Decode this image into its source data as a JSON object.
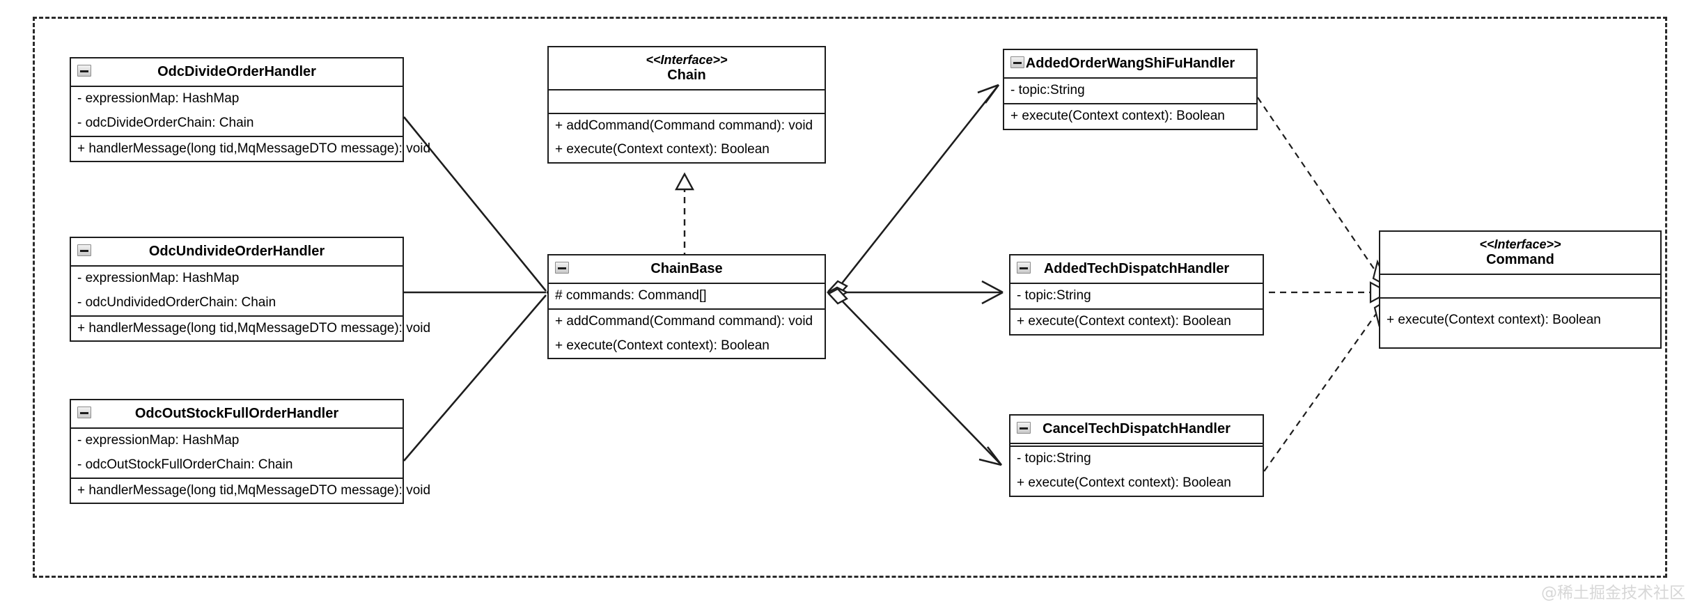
{
  "diagram": {
    "title": "Chain of Responsibility / Command UML class diagram",
    "watermark": "@稀土掘金技术社区",
    "colors": {
      "stroke": "#1d1d1d",
      "frame": "#2b2b2b",
      "background": "#ffffff",
      "watermark": "#d7d7d7",
      "icon_border": "#8b8b8b"
    }
  },
  "classes": [
    {
      "id": "odc-divide-order-handler",
      "stereotype": "",
      "name": "OdcDivideOrderHandler",
      "attributes": [
        "- expressionMap: HashMap",
        "- odcDivideOrderChain: Chain"
      ],
      "operations": [
        "+ handlerMessage(long tid,MqMessageDTO  message): void"
      ],
      "collapse_icon": "minus-icon"
    },
    {
      "id": "odc-undivide-order-handler",
      "stereotype": "",
      "name": "OdcUndivideOrderHandler",
      "attributes": [
        "- expressionMap: HashMap",
        "- odcUndividedOrderChain: Chain"
      ],
      "operations": [
        "+ handlerMessage(long tid,MqMessageDTO  message): void"
      ],
      "collapse_icon": "minus-icon"
    },
    {
      "id": "odc-out-stock-full-order-handler",
      "stereotype": "",
      "name": "OdcOutStockFullOrderHandler",
      "attributes": [
        "- expressionMap: HashMap",
        "- odcOutStockFullOrderChain: Chain"
      ],
      "operations": [
        "+ handlerMessage(long tid,MqMessageDTO  message): void"
      ],
      "collapse_icon": "minus-icon"
    },
    {
      "id": "chain-interface",
      "stereotype": "<<Interface>>",
      "name": "Chain",
      "attributes": [],
      "operations": [
        "+ addCommand(Command command): void",
        "+ execute(Context context): Boolean"
      ],
      "collapse_icon": ""
    },
    {
      "id": "chain-base",
      "stereotype": "",
      "name": "ChainBase",
      "attributes": [
        "# commands: Command[]"
      ],
      "operations": [
        "+ addCommand(Command command): void",
        "+ execute(Context context): Boolean"
      ],
      "collapse_icon": "minus-icon"
    },
    {
      "id": "added-order-wang-shi-fu-handler",
      "stereotype": "",
      "name": "AddedOrderWangShiFuHandler",
      "attributes": [
        "- topic:String"
      ],
      "operations": [
        "+ execute(Context context): Boolean"
      ],
      "collapse_icon": "minus-icon"
    },
    {
      "id": "added-tech-dispatch-handler",
      "stereotype": "",
      "name": "AddedTechDispatchHandler",
      "attributes": [
        "- topic:String"
      ],
      "operations": [
        "+ execute(Context context): Boolean"
      ],
      "collapse_icon": "minus-icon"
    },
    {
      "id": "cancel-tech-dispatch-handler",
      "stereotype": "",
      "name": "CancelTechDispatchHandler",
      "attributes": [
        "- topic:String"
      ],
      "operations": [
        "+ execute(Context context): Boolean"
      ],
      "collapse_icon": "minus-icon"
    },
    {
      "id": "command-interface",
      "stereotype": "<<Interface>>",
      "name": "Command",
      "attributes": [],
      "operations": [
        "+ execute(Context context): Boolean"
      ],
      "collapse_icon": ""
    }
  ],
  "relations": [
    {
      "id": "rel-divide-to-chainbase",
      "from": "OdcDivideOrderHandler",
      "to": "ChainBase",
      "type": "composition"
    },
    {
      "id": "rel-undivide-to-chainbase",
      "from": "OdcUndivideOrderHandler",
      "to": "ChainBase",
      "type": "composition"
    },
    {
      "id": "rel-outstock-to-chainbase",
      "from": "OdcOutStockFullOrderHandler",
      "to": "ChainBase",
      "type": "composition"
    },
    {
      "id": "rel-chainbase-realizes-chain",
      "from": "ChainBase",
      "to": "Chain",
      "type": "realization"
    },
    {
      "id": "rel-chainbase-to-wangshifu",
      "from": "ChainBase",
      "to": "AddedOrderWangShiFuHandler",
      "type": "aggregation"
    },
    {
      "id": "rel-chainbase-to-addedtech",
      "from": "ChainBase",
      "to": "AddedTechDispatchHandler",
      "type": "aggregation"
    },
    {
      "id": "rel-chainbase-to-canceltech",
      "from": "ChainBase",
      "to": "CancelTechDispatchHandler",
      "type": "aggregation"
    },
    {
      "id": "rel-wangshifu-realizes-command",
      "from": "AddedOrderWangShiFuHandler",
      "to": "Command",
      "type": "realization"
    },
    {
      "id": "rel-addedtech-realizes-command",
      "from": "AddedTechDispatchHandler",
      "to": "Command",
      "type": "realization"
    },
    {
      "id": "rel-canceltech-realizes-command",
      "from": "CancelTechDispatchHandler",
      "to": "Command",
      "type": "realization"
    }
  ]
}
